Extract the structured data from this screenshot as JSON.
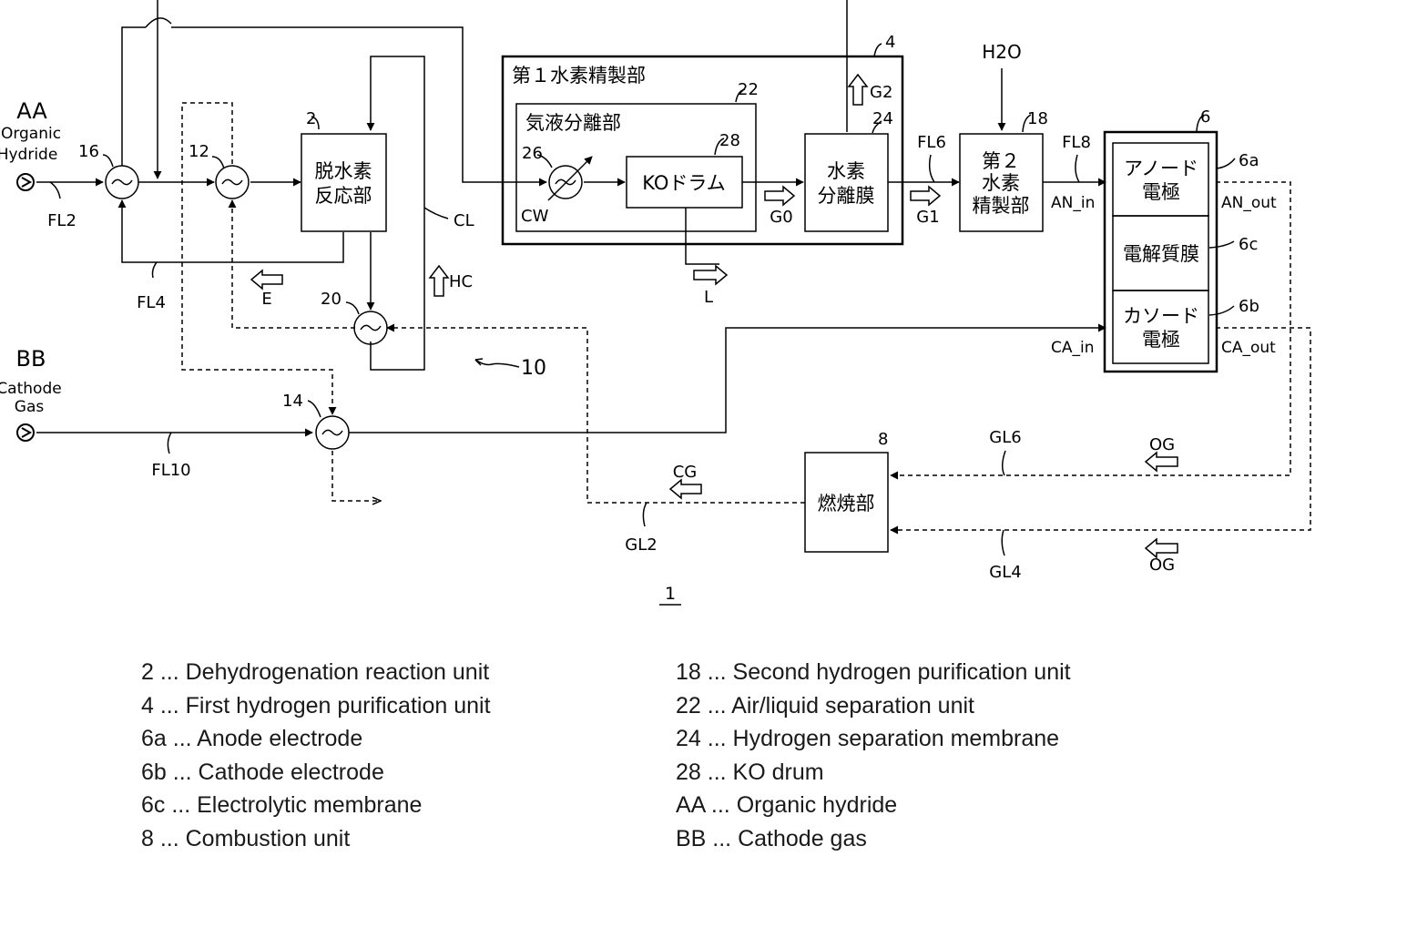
{
  "inputs": {
    "aa": {
      "code": "AA",
      "line1": "Organic",
      "line2": "Hydride"
    },
    "bb": {
      "code": "BB",
      "line1": "Cathode",
      "line2": "Gas"
    },
    "h2o": "H2O"
  },
  "units": {
    "dehydrogenation": {
      "ref": "2",
      "line1": "脱水素",
      "line2": "反応部"
    },
    "purification1": {
      "ref": "4",
      "label": "第１水素精製部"
    },
    "gas_liquid": {
      "ref": "22",
      "label": "気液分離部"
    },
    "ko_drum": {
      "ref": "28",
      "label": "KOドラム"
    },
    "h2_membrane": {
      "ref": "24",
      "line1": "水素",
      "line2": "分離膜"
    },
    "purification2": {
      "ref": "18",
      "line1": "第２",
      "line2": "水素",
      "line3": "精製部"
    },
    "cell": {
      "ref": "6"
    },
    "anode": {
      "ref": "6a",
      "line1": "アノード",
      "line2": "電極"
    },
    "membrane": {
      "ref": "6c",
      "label": "電解質膜"
    },
    "cathode": {
      "ref": "6b",
      "line1": "カソード",
      "line2": "電極"
    },
    "combustion": {
      "ref": "8",
      "label": "燃焼部"
    }
  },
  "exchangers": {
    "hx16": "16",
    "hx12": "12",
    "hx20": "20",
    "hx14": "14",
    "hx26": "26"
  },
  "streams": {
    "fl2": "FL2",
    "fl4": "FL4",
    "fl6": "FL6",
    "fl8": "FL8",
    "fl10": "FL10",
    "gl2": "GL2",
    "gl4": "GL4",
    "gl6": "GL6",
    "cl": "CL",
    "hc": "HC",
    "e": "E",
    "l": "L",
    "cw": "CW",
    "g0": "G0",
    "g1": "G1",
    "g2": "G2",
    "an_in": "AN_in",
    "an_out": "AN_out",
    "ca_in": "CA_in",
    "ca_out": "CA_out",
    "og1": "OG",
    "og2": "OG",
    "cg": "CG"
  },
  "system_ref": "10",
  "figure_ref": "1",
  "legend": [
    "2 ... Dehydrogenation reaction unit",
    "4 ... First hydrogen purification unit",
    "6a ... Anode electrode",
    "6b ... Cathode electrode",
    "6c ... Electrolytic membrane",
    "8 ... Combustion unit",
    "18 ... Second hydrogen purification unit",
    "22 ... Air/liquid separation unit",
    "24 ... Hydrogen separation membrane",
    "28 ... KO drum",
    "AA ... Organic hydride",
    "BB ... Cathode gas"
  ]
}
